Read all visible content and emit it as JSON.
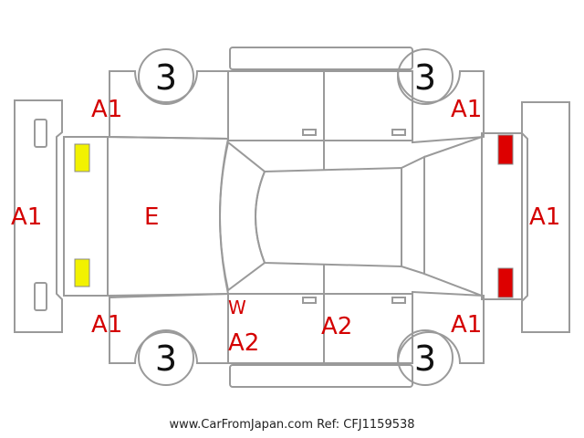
{
  "colors": {
    "outline": "#9a9a9a",
    "label": "#d40000",
    "marker_front": "#f2f200",
    "marker_rear": "#dd0000",
    "wheel_number": "#111111"
  },
  "wheel_labels": {
    "front_left": "3",
    "rear_left": "3",
    "front_right": "3",
    "rear_right": "3"
  },
  "damage_labels": {
    "front_bumper": "A1",
    "rear_bumper": "A1",
    "fender_front_top": "A1",
    "fender_rear_top": "A1",
    "fender_front_bottom": "A1",
    "fender_rear_bottom": "A1",
    "hood": "E",
    "pillar_w": "W",
    "front_door_bottom": "A2",
    "rear_door_bottom": "A2"
  },
  "markers": {
    "front_lights": "yellow",
    "rear_lights": "red"
  },
  "footer": "www.CarFromJapan.com Ref: CFJ1159538"
}
